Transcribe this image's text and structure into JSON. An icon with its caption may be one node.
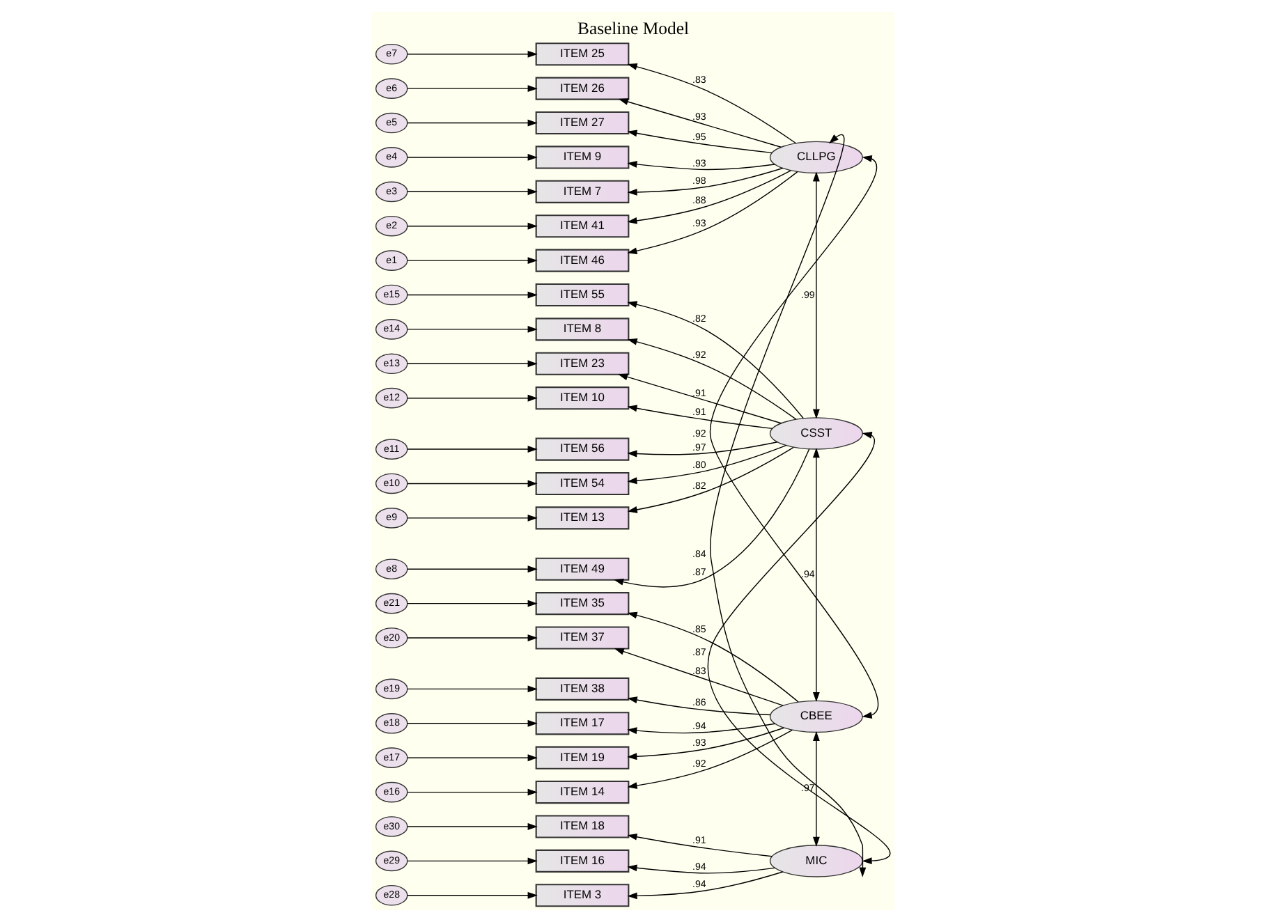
{
  "diagram": {
    "title": "Baseline Model",
    "nodes": [
      {
        "text": [
          "e7"
        ]
      },
      {
        "text": [
          "ITEM 25"
        ]
      },
      {
        "text": [
          "e6"
        ]
      },
      {
        "text": [
          "ITEM 26"
        ]
      },
      {
        "text": [
          "e5"
        ]
      },
      {
        "text": [
          "ITEM 27"
        ]
      },
      {
        "text": [
          "e4"
        ]
      },
      {
        "text": [
          "ITEM 9"
        ]
      },
      {
        "text": [
          "e3"
        ]
      },
      {
        "text": [
          "ITEM 7"
        ]
      },
      {
        "text": [
          "e2"
        ]
      },
      {
        "text": [
          "ITEM 41"
        ]
      },
      {
        "text": [
          "e1"
        ]
      },
      {
        "text": [
          "ITEM 46"
        ]
      },
      {
        "text": [
          "CLLPG"
        ]
      },
      {
        "text": [
          "e15"
        ]
      },
      {
        "text": [
          "ITEM 55"
        ]
      },
      {
        "text": [
          "e14"
        ]
      },
      {
        "text": [
          "ITEM 8"
        ]
      },
      {
        "text": [
          "e13"
        ]
      },
      {
        "text": [
          "ITEM 23"
        ]
      },
      {
        "text": [
          "e12"
        ]
      },
      {
        "text": [
          "ITEM 10"
        ]
      },
      {
        "text": [
          "e11"
        ]
      },
      {
        "text": [
          "ITEM 56"
        ]
      },
      {
        "text": [
          "e10"
        ]
      },
      {
        "text": [
          "ITEM 54"
        ]
      },
      {
        "text": [
          "e9"
        ]
      },
      {
        "text": [
          "ITEM 13"
        ]
      },
      {
        "text": [
          "e8"
        ]
      },
      {
        "text": [
          "ITEM 49"
        ]
      },
      {
        "text": [
          "CSST"
        ]
      },
      {
        "text": [
          "e21"
        ]
      },
      {
        "text": [
          "ITEM 35"
        ]
      },
      {
        "text": [
          "e20"
        ]
      },
      {
        "text": [
          "ITEM 37"
        ]
      },
      {
        "text": [
          "e19"
        ]
      },
      {
        "text": [
          "ITEM 38"
        ]
      },
      {
        "text": [
          "e18"
        ]
      },
      {
        "text": [
          "ITEM 17"
        ]
      },
      {
        "text": [
          "e17"
        ]
      },
      {
        "text": [
          "ITEM 19"
        ]
      },
      {
        "text": [
          "e16"
        ]
      },
      {
        "text": [
          "ITEM 14"
        ]
      },
      {
        "text": [
          "CBEE"
        ]
      },
      {
        "text": [
          "e30"
        ]
      },
      {
        "text": [
          "ITEM 18"
        ]
      },
      {
        "text": [
          "e29"
        ]
      },
      {
        "text": [
          "ITEM 16"
        ]
      },
      {
        "text": [
          "e28"
        ]
      },
      {
        "text": [
          "ITEM 3"
        ]
      },
      {
        "text": [
          "MIC"
        ]
      }
    ],
    "edges": [
      {
        "from": 0,
        "to": 1,
        "arrow": "to"
      },
      {
        "from": 2,
        "to": 3,
        "arrow": "to"
      },
      {
        "from": 4,
        "to": 5,
        "arrow": "to"
      },
      {
        "from": 6,
        "to": 7,
        "arrow": "to"
      },
      {
        "from": 8,
        "to": 9,
        "arrow": "to"
      },
      {
        "from": 10,
        "to": 11,
        "arrow": "to"
      },
      {
        "from": 12,
        "to": 13,
        "arrow": "to"
      },
      {
        "from": 14,
        "to": 1,
        "arrow": "to",
        "label": ".83"
      },
      {
        "from": 14,
        "to": 3,
        "arrow": "to",
        "label": ".93"
      },
      {
        "from": 14,
        "to": 5,
        "arrow": "to",
        "label": ".95"
      },
      {
        "from": 14,
        "to": 7,
        "arrow": "to",
        "label": ".93"
      },
      {
        "from": 14,
        "to": 9,
        "arrow": "to",
        "label": ".98"
      },
      {
        "from": 14,
        "to": 11,
        "arrow": "to",
        "label": ".88"
      },
      {
        "from": 14,
        "to": 13,
        "arrow": "to",
        "label": ".93"
      },
      {
        "from": 15,
        "to": 16,
        "arrow": "to"
      },
      {
        "from": 17,
        "to": 18,
        "arrow": "to"
      },
      {
        "from": 19,
        "to": 20,
        "arrow": "to"
      },
      {
        "from": 21,
        "to": 22,
        "arrow": "to"
      },
      {
        "from": 23,
        "to": 24,
        "arrow": "to"
      },
      {
        "from": 25,
        "to": 26,
        "arrow": "to"
      },
      {
        "from": 27,
        "to": 28,
        "arrow": "to"
      },
      {
        "from": 29,
        "to": 30,
        "arrow": "to"
      },
      {
        "from": 31,
        "to": 16,
        "arrow": "to",
        "label": ".82"
      },
      {
        "from": 31,
        "to": 18,
        "arrow": "to",
        "label": ".92"
      },
      {
        "from": 31,
        "to": 20,
        "arrow": "to",
        "label": ".91"
      },
      {
        "from": 31,
        "to": 22,
        "arrow": "to",
        "label": ".91"
      },
      {
        "from": 31,
        "to": 24,
        "arrow": "to",
        "label": ".97"
      },
      {
        "from": 31,
        "to": 26,
        "arrow": "to",
        "label": ".80"
      },
      {
        "from": 31,
        "to": 28,
        "arrow": "to",
        "label": ".82"
      },
      {
        "from": 31,
        "to": 30,
        "arrow": "to",
        "label": ".87"
      },
      {
        "from": 32,
        "to": 33,
        "arrow": "to"
      },
      {
        "from": 34,
        "to": 35,
        "arrow": "to"
      },
      {
        "from": 36,
        "to": 37,
        "arrow": "to"
      },
      {
        "from": 38,
        "to": 39,
        "arrow": "to"
      },
      {
        "from": 40,
        "to": 41,
        "arrow": "to"
      },
      {
        "from": 42,
        "to": 43,
        "arrow": "to"
      },
      {
        "from": 44,
        "to": 33,
        "arrow": "to",
        "label": ".85"
      },
      {
        "from": 44,
        "to": 35,
        "arrow": "to",
        "label": ".83"
      },
      {
        "from": 44,
        "to": 37,
        "arrow": "to",
        "label": ".86"
      },
      {
        "from": 44,
        "to": 39,
        "arrow": "to",
        "label": ".94"
      },
      {
        "from": 44,
        "to": 41,
        "arrow": "to",
        "label": ".93"
      },
      {
        "from": 44,
        "to": 43,
        "arrow": "to",
        "label": ".92"
      },
      {
        "from": 45,
        "to": 46,
        "arrow": "to"
      },
      {
        "from": 47,
        "to": 48,
        "arrow": "to"
      },
      {
        "from": 49,
        "to": 50,
        "arrow": "to"
      },
      {
        "from": 51,
        "to": 46,
        "arrow": "to",
        "label": ".91"
      },
      {
        "from": 51,
        "to": 48,
        "arrow": "to",
        "label": ".94"
      },
      {
        "from": 51,
        "to": 50,
        "arrow": "to",
        "label": ".94"
      },
      {
        "from": 14,
        "to": 31,
        "arrow": "both",
        "label": ".99"
      },
      {
        "from": 14,
        "to": 44,
        "arrow": "both",
        "label": ".92"
      },
      {
        "from": 14,
        "to": 51,
        "arrow": "both",
        "label": ".84"
      },
      {
        "from": 31,
        "to": 44,
        "arrow": "both",
        "label": ".94"
      },
      {
        "from": 31,
        "to": 51,
        "arrow": "both",
        "label": ".87"
      },
      {
        "from": 44,
        "to": 51,
        "arrow": "both",
        "label": ".97"
      }
    ]
  }
}
